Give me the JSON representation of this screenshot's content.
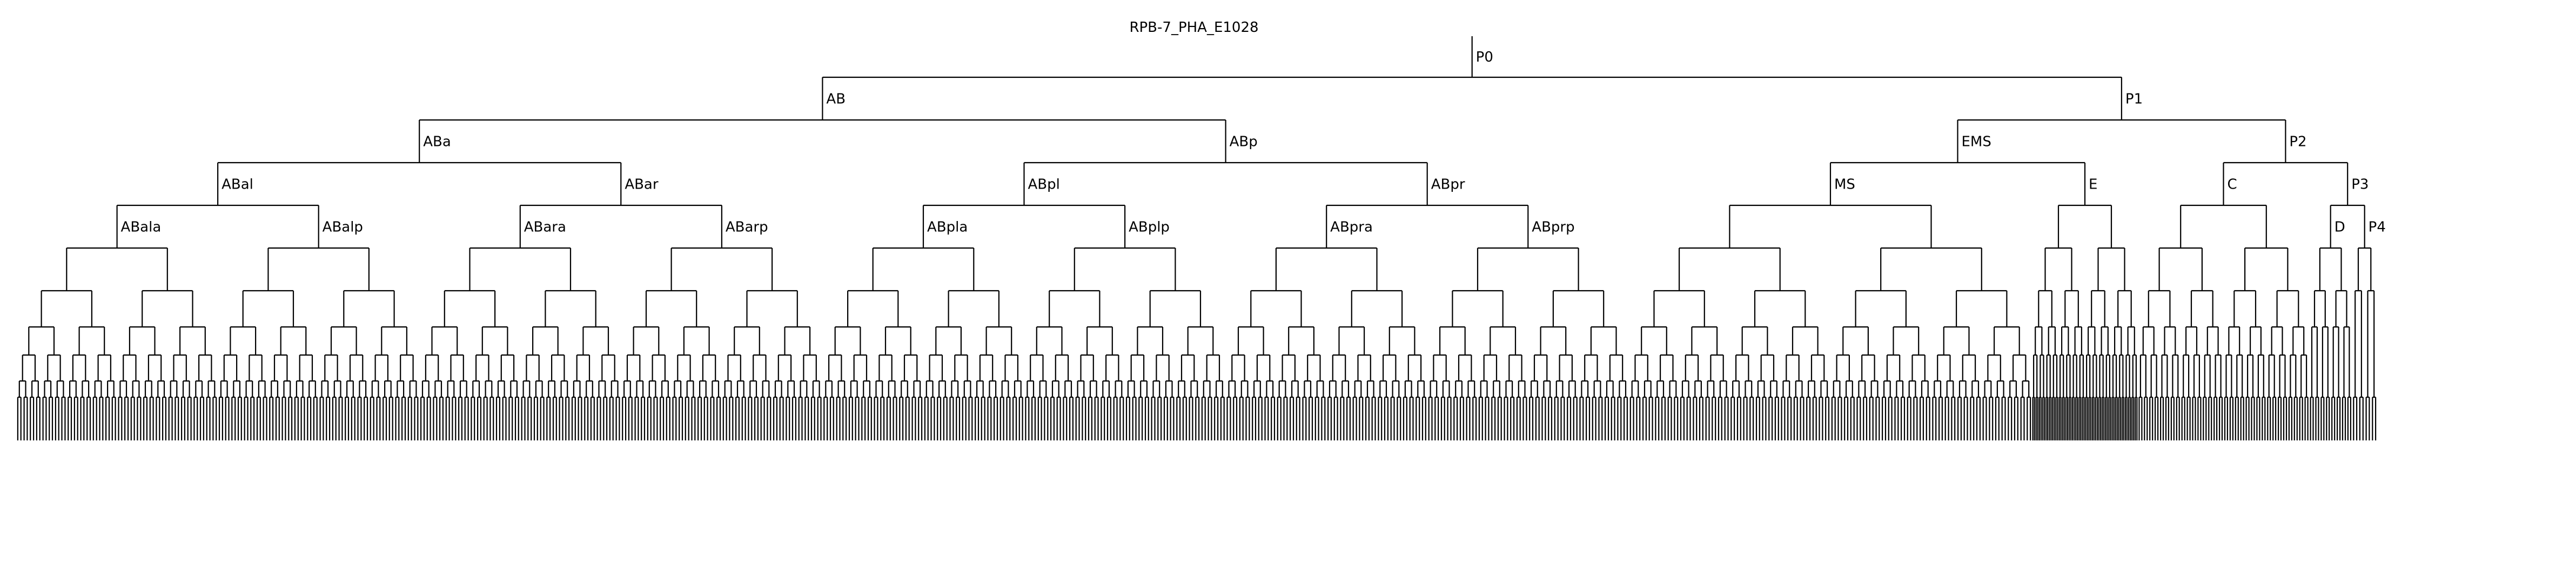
{
  "title": "RPB-7_PHA_E1028",
  "styles": {
    "line_color": "#000000",
    "background": "#ffffff",
    "text_color": "#000000"
  },
  "tree": {
    "label": "P0",
    "children": [
      {
        "label": "AB",
        "children": [
          {
            "label": "ABa",
            "children": [
              {
                "label": "ABal",
                "children": [
                  {
                    "label": "ABala",
                    "levels_below": 5,
                    "weight": 8
                  },
                  {
                    "label": "ABalp",
                    "levels_below": 5,
                    "weight": 8
                  }
                ]
              },
              {
                "label": "ABar",
                "children": [
                  {
                    "label": "ABara",
                    "levels_below": 5,
                    "weight": 8
                  },
                  {
                    "label": "ABarp",
                    "levels_below": 5,
                    "weight": 8
                  }
                ]
              }
            ]
          },
          {
            "label": "ABp",
            "children": [
              {
                "label": "ABpl",
                "children": [
                  {
                    "label": "ABpla",
                    "levels_below": 5,
                    "weight": 8
                  },
                  {
                    "label": "ABplp",
                    "levels_below": 5,
                    "weight": 8
                  }
                ]
              },
              {
                "label": "ABpr",
                "children": [
                  {
                    "label": "ABpra",
                    "levels_below": 5,
                    "weight": 8
                  },
                  {
                    "label": "ABprp",
                    "levels_below": 5,
                    "weight": 8
                  }
                ]
              }
            ]
          }
        ]
      },
      {
        "label": "P1",
        "children": [
          {
            "label": "EMS",
            "children": [
              {
                "label": "MS",
                "levels_below": 6,
                "weight": 16
              },
              {
                "label": "E",
                "levels_below": 5,
                "weight": 4.2
              }
            ]
          },
          {
            "label": "P2",
            "children": [
              {
                "label": "C",
                "levels_below": 5,
                "weight": 6.8
              },
              {
                "label": "P3",
                "children": [
                  {
                    "label": "D",
                    "levels_below": 3,
                    "weight": 1.7
                  },
                  {
                    "label": "P4",
                    "levels_below": 2,
                    "weight": 1.0
                  }
                ]
              }
            ]
          }
        ]
      }
    ]
  }
}
